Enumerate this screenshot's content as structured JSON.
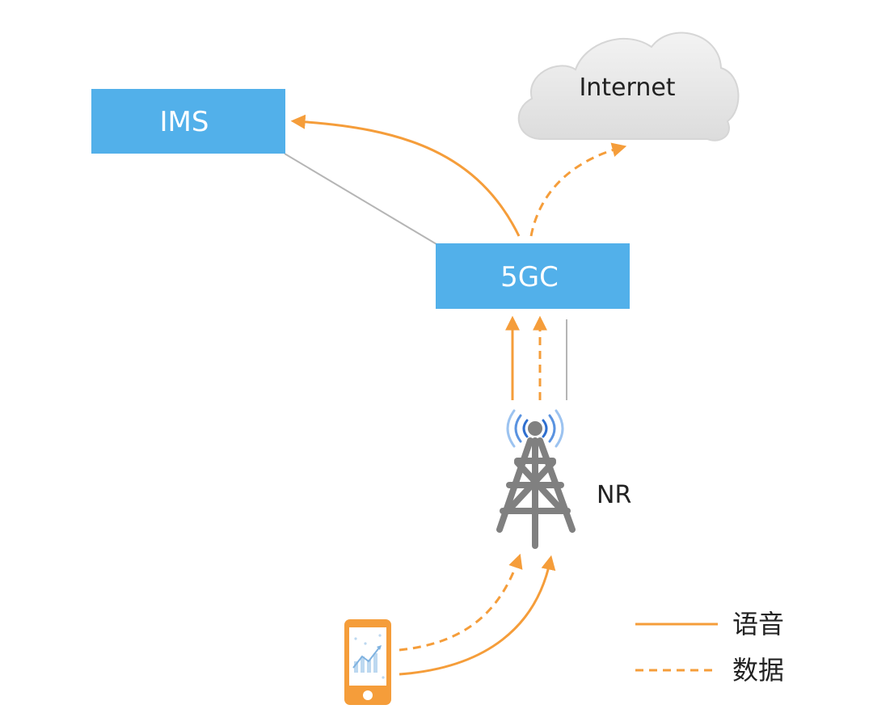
{
  "nodes": {
    "ims": {
      "label": "IMS"
    },
    "core": {
      "label": "5GC"
    },
    "internet": {
      "label": "Internet"
    },
    "radio": {
      "label": "NR"
    }
  },
  "legend": {
    "voice": {
      "label": "语音"
    },
    "data": {
      "label": "数据"
    }
  },
  "colors": {
    "box_fill": "#52b0ea",
    "arrow": "#f59d3a",
    "connector": "#b5b5b5",
    "cloud": "#e9e9e9",
    "tower": "#7f7f7f",
    "signal": "#2f6fcf",
    "phone": "#f59d3a"
  },
  "icons": {
    "cloud": "cloud-icon",
    "tower": "cell-tower-icon",
    "phone": "smartphone-icon"
  }
}
